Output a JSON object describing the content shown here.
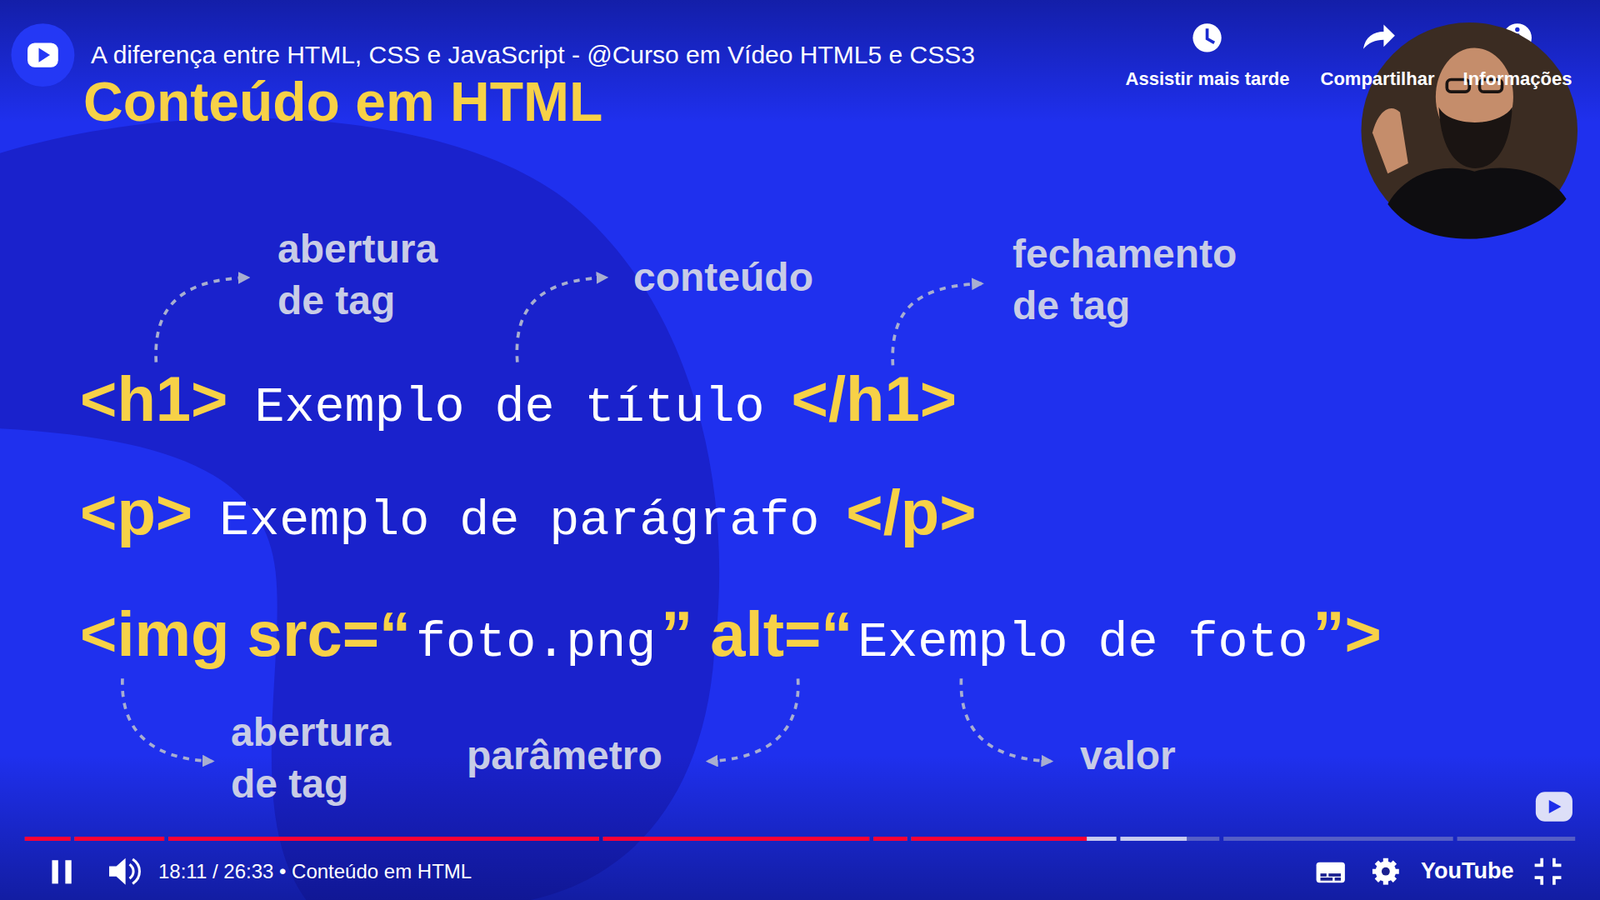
{
  "diagram": {
    "title": "Conteúdo em HTML",
    "labels": [
      "A diferença entre HTML, CSS e JavaScript - @Curso em Vídeo HTML5 e CSS3",
      "Assistir mais tarde",
      "Compartilhar",
      "Informações",
      "abertura de tag",
      "conteúdo",
      "fechamento de tag",
      "<h1>",
      "Exemplo de título",
      "</h1>",
      "<p>",
      "Exemplo de parágrafo",
      "</p>",
      "<img src=“",
      "foto.png",
      "” alt=“",
      "Exemplo de foto",
      "”>",
      "abertura de tag",
      "parâmetro",
      "valor",
      "18:11 / 26:33 • Conteúdo em HTML",
      "YouTube"
    ]
  }
}
